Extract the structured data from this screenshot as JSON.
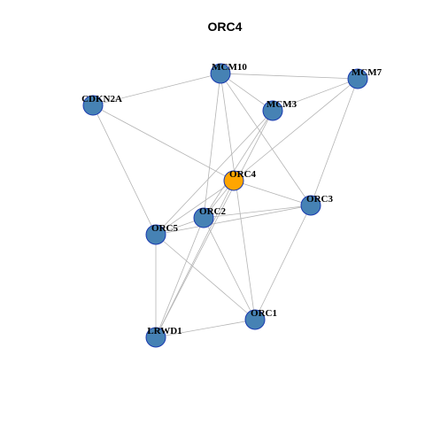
{
  "title": "ORC4",
  "colors": {
    "node_default": "#4682b4",
    "node_focus": "#ffa500",
    "node_border": "#1a3ab0",
    "edge": "#b4b4b4"
  },
  "nodes": [
    {
      "id": "MCM10",
      "label": "MCM10",
      "focus": false
    },
    {
      "id": "MCM7",
      "label": "MCM7",
      "focus": false
    },
    {
      "id": "CDKN2A",
      "label": "CDKN2A",
      "focus": false
    },
    {
      "id": "MCM3",
      "label": "MCM3",
      "focus": false
    },
    {
      "id": "ORC4",
      "label": "ORC4",
      "focus": true
    },
    {
      "id": "ORC3",
      "label": "ORC3",
      "focus": false
    },
    {
      "id": "ORC2",
      "label": "ORC2",
      "focus": false
    },
    {
      "id": "ORC5",
      "label": "ORC5",
      "focus": false
    },
    {
      "id": "ORC1",
      "label": "ORC1",
      "focus": false
    },
    {
      "id": "LRWD1",
      "label": "LRWD1",
      "focus": false
    }
  ],
  "edges": [
    [
      "MCM10",
      "MCM7"
    ],
    [
      "MCM10",
      "CDKN2A"
    ],
    [
      "MCM10",
      "MCM3"
    ],
    [
      "MCM10",
      "ORC2"
    ],
    [
      "MCM10",
      "ORC3"
    ],
    [
      "MCM10",
      "ORC1"
    ],
    [
      "MCM7",
      "MCM3"
    ],
    [
      "MCM7",
      "ORC4"
    ],
    [
      "MCM7",
      "ORC3"
    ],
    [
      "CDKN2A",
      "ORC4"
    ],
    [
      "CDKN2A",
      "ORC5"
    ],
    [
      "MCM3",
      "ORC2"
    ],
    [
      "MCM3",
      "ORC5"
    ],
    [
      "MCM3",
      "LRWD1"
    ],
    [
      "ORC4",
      "ORC3"
    ],
    [
      "ORC4",
      "ORC2"
    ],
    [
      "ORC4",
      "ORC5"
    ],
    [
      "ORC4",
      "LRWD1"
    ],
    [
      "ORC3",
      "ORC2"
    ],
    [
      "ORC3",
      "ORC5"
    ],
    [
      "ORC3",
      "ORC1"
    ],
    [
      "ORC2",
      "ORC5"
    ],
    [
      "ORC2",
      "ORC1"
    ],
    [
      "ORC2",
      "LRWD1"
    ],
    [
      "ORC5",
      "ORC1"
    ],
    [
      "ORC5",
      "LRWD1"
    ],
    [
      "ORC1",
      "LRWD1"
    ]
  ]
}
